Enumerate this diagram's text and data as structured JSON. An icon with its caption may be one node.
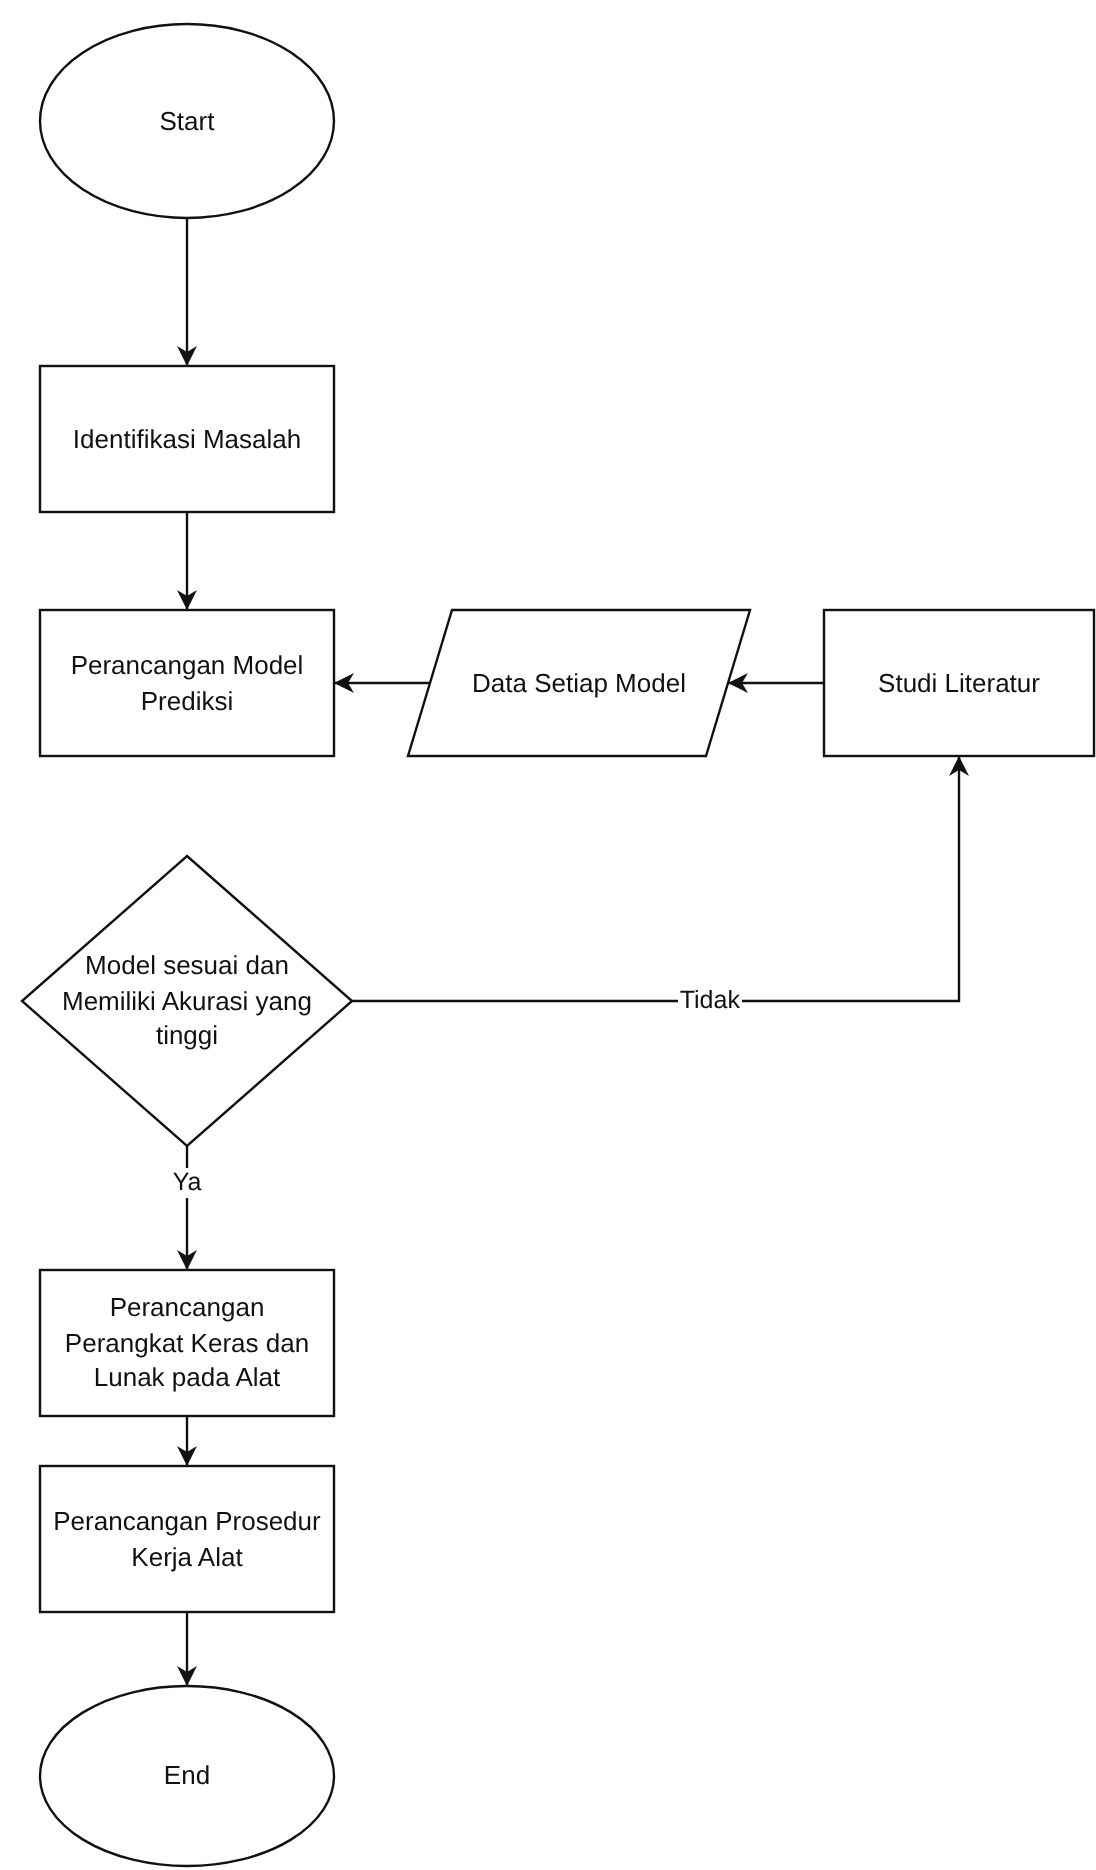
{
  "diagram": {
    "nodes": [
      {
        "text": [
          "Start"
        ]
      },
      {
        "text": [
          "Identifikasi Masalah"
        ]
      },
      {
        "text": [
          "Perancangan Model Prediksi"
        ]
      },
      {
        "text": [
          "Data Setiap Model"
        ]
      },
      {
        "text": [
          "Studi Literatur"
        ]
      },
      {
        "text": [
          "Model sesuai dan Memiliki Akurasi yang tinggi"
        ]
      },
      {
        "text": [
          "Perancangan Perangkat Keras dan Lunak pada Alat"
        ]
      },
      {
        "text": [
          "Perancangan Prosedur Kerja Alat"
        ]
      },
      {
        "text": [
          "End"
        ]
      }
    ],
    "edges": [
      {
        "from": 0,
        "to": 1,
        "arrow": "to"
      },
      {
        "from": 1,
        "to": 2,
        "arrow": "to"
      },
      {
        "from": 3,
        "to": 2,
        "arrow": "to"
      },
      {
        "from": 4,
        "to": 3,
        "arrow": "to"
      },
      {
        "from": 5,
        "to": 4,
        "arrow": "to",
        "label": "Tidak"
      },
      {
        "from": 5,
        "to": 6,
        "arrow": "to",
        "label": "Ya"
      },
      {
        "from": 6,
        "to": 7,
        "arrow": "to"
      },
      {
        "from": 7,
        "to": 8,
        "arrow": "to"
      }
    ]
  }
}
